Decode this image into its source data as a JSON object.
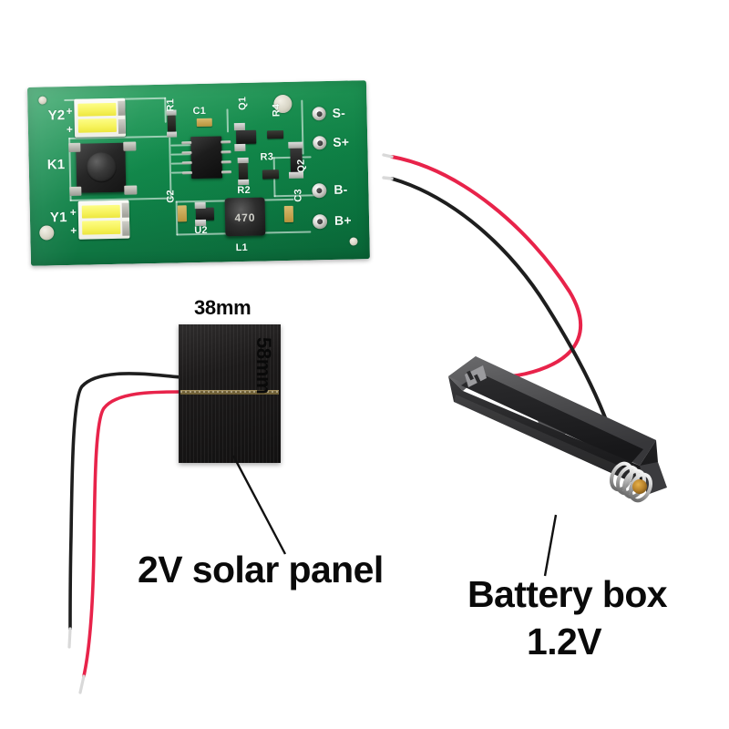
{
  "scene": {
    "background_color": "#ffffff",
    "description": "Solar LED controller kit product photo"
  },
  "pcb": {
    "name": "solar led controller board",
    "board_color": "#0f8a4a",
    "silkscreen": {
      "led_top": "Y2",
      "led_bottom": "Y1",
      "switch": "K1",
      "cap_c1": "C1",
      "cap_c2": "C2",
      "cap_c3": "C3",
      "res_r1": "R1",
      "res_r2": "R2",
      "res_r3": "R3",
      "res_r4": "R4",
      "q1": "Q1",
      "q2": "Q2",
      "u2": "U2",
      "l1": "L1",
      "plus_1": "+",
      "plus_2": "+",
      "plus_3": "+",
      "plus_4": "+"
    },
    "terminals": [
      {
        "label": "S-",
        "name": "solar-negative"
      },
      {
        "label": "S+",
        "name": "solar-positive"
      },
      {
        "label": "B-",
        "name": "battery-negative"
      },
      {
        "label": "B+",
        "name": "battery-positive"
      }
    ],
    "inductor_marking": "470"
  },
  "solar_panel": {
    "name": "2V solar panel",
    "caption": "2V solar panel",
    "width_label": "38mm",
    "height_label": "58mm",
    "cell_color": "#1c1a1a",
    "wires": [
      {
        "name": "positive-wire",
        "color": "#e8234a"
      },
      {
        "name": "negative-wire",
        "color": "#1a1a1a"
      }
    ]
  },
  "battery_box": {
    "name": "battery box",
    "caption_line1": "Battery box",
    "caption_line2": "1.2V",
    "body_color": "#262626",
    "wires": [
      {
        "name": "positive-wire",
        "color": "#e8234a"
      },
      {
        "name": "negative-wire",
        "color": "#1a1a1a"
      }
    ]
  }
}
